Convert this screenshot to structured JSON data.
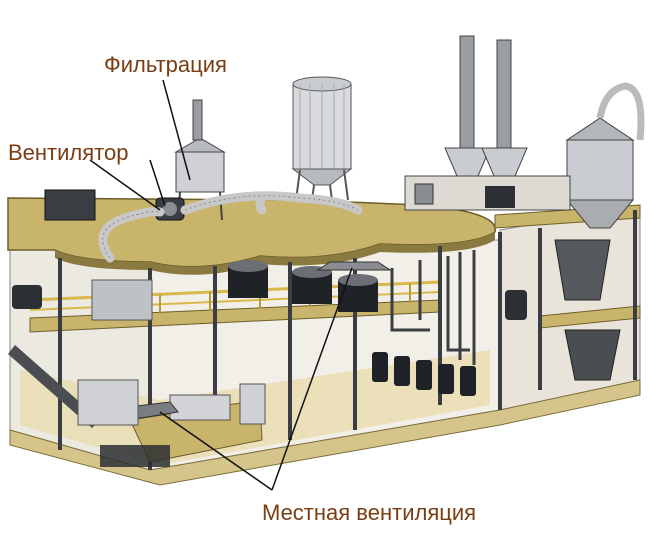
{
  "labels": {
    "filtration": "Фильтрация",
    "fan": "Вентилятор",
    "local_ventilation": "Местная вентиляция"
  },
  "colors": {
    "label_text": "#7a3d12",
    "floor": "#d9c98f",
    "floor_edge": "#8a7a40",
    "metal": "#c9ccd0",
    "dark_metal": "#3a3d42",
    "railing": "#d9b84a",
    "line": "#111111"
  }
}
